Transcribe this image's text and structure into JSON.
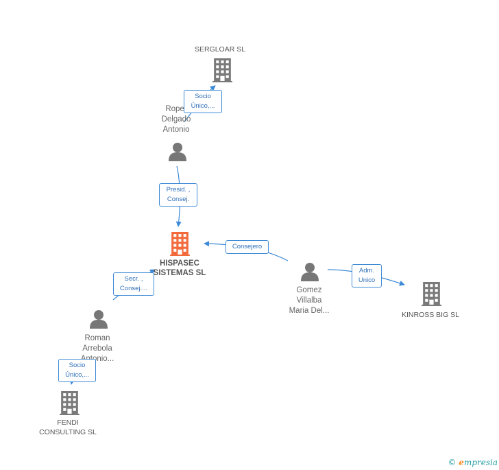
{
  "colors": {
    "company": "#7a7a7a",
    "main_company": "#f26a3c",
    "person": "#777777",
    "edge": "#3d8ad6"
  },
  "nodes": {
    "sergloar": {
      "label": "SERGLOAR SL",
      "icon": "building-icon"
    },
    "roper": {
      "label": "Roper\nDelgado\nAntonio",
      "icon": "person-icon"
    },
    "hispasec": {
      "label": "HISPASEC\nSISTEMAS SL",
      "icon": "building-icon"
    },
    "gomez": {
      "label": "Gomez\nVillalba\nMaria Del...",
      "icon": "person-icon"
    },
    "kinross": {
      "label": "KINROSS BIG SL",
      "icon": "building-icon"
    },
    "roman": {
      "label": "Roman\nArrebola\nAntonio...",
      "icon": "person-icon"
    },
    "fendi": {
      "label": "FENDI\nCONSULTING SL",
      "icon": "building-icon"
    }
  },
  "edges": {
    "roper_sergloar": "Socio\nÚnico,...",
    "roper_hispasec": "Presid. ,\nConsej.",
    "gomez_hispasec": "Consejero",
    "gomez_kinross": "Adm.\nUnico",
    "roman_hispasec": "Secr. ,\nConsej....",
    "roman_fendi": "Socio\nÚnico,..."
  },
  "footer": {
    "copyright": "©",
    "brand_initial": "e",
    "brand_rest": "mpresia"
  }
}
